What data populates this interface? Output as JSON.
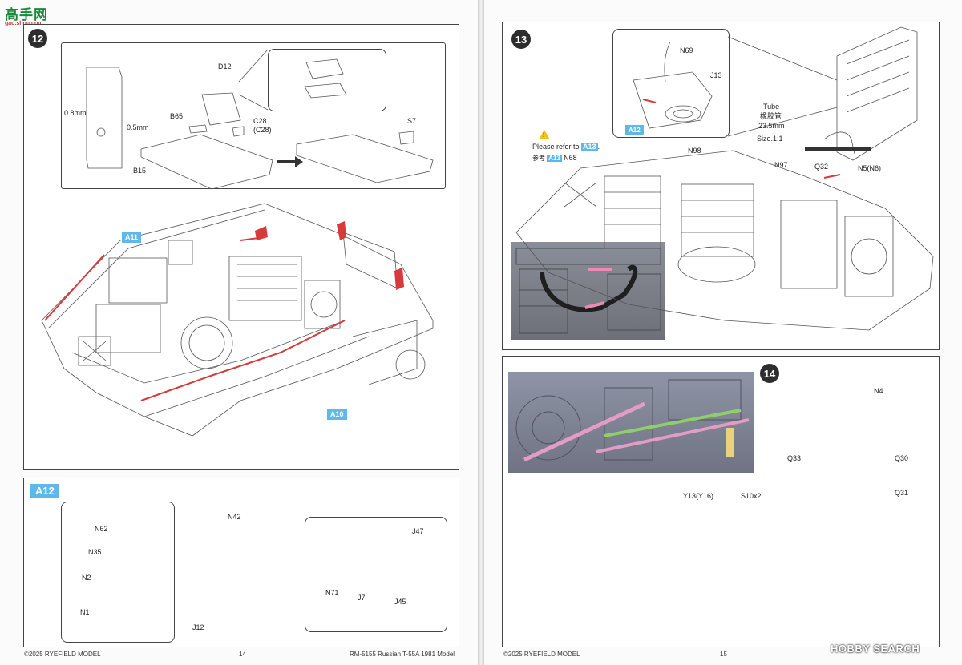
{
  "watermark_top": {
    "cn": "高手网",
    "site": "gao.shou.com"
  },
  "watermark_bottom": "HOBBY SEARCH",
  "left_page": {
    "step12": {
      "number": "12",
      "labels": {
        "d12": "D12",
        "b65": "B65",
        "c28": "C28",
        "c28b": "(C28)",
        "s7": "S7",
        "b15": "B15",
        "mm08": "0.8mm",
        "mm05": "0.5mm",
        "a11": "A11",
        "a10": "A10"
      }
    },
    "a12": {
      "title": "A12",
      "labels": {
        "n62": "N62",
        "n35": "N35",
        "n2": "N2",
        "n1": "N1",
        "n42": "N42",
        "j12": "J12",
        "j47": "J47",
        "n71": "N71",
        "j7": "J7",
        "j45": "J45"
      }
    },
    "footer": {
      "copyright": "©2025 RYEFIELD MODEL",
      "page": "14",
      "product": "RM-5155 Russian T-55A 1981 Model"
    }
  },
  "right_page": {
    "step13": {
      "number": "13",
      "labels": {
        "n69": "N69",
        "j13": "J13",
        "a12": "A12",
        "tube": "Tube",
        "tube_cn": "橡胶管",
        "tube_len": "23.5mm",
        "scale": "Size.1:1",
        "refer": "Please refer to",
        "refer_tag": "A13",
        "refer_dot": ".",
        "ref_cn": "参考",
        "ref_tag": "A13",
        "n68": "N68",
        "n98": "N98",
        "n97": "N97",
        "q32": "Q32",
        "n5": "N5(N6)"
      }
    },
    "step14": {
      "number": "14",
      "labels": {
        "n4": "N4",
        "q33": "Q33",
        "q30": "Q30",
        "q31": "Q31",
        "y13": "Y13(Y16)",
        "s10": "S10x2"
      }
    },
    "footer": {
      "copyright": "©2025 RYEFIELD MODEL",
      "page": "15"
    }
  }
}
